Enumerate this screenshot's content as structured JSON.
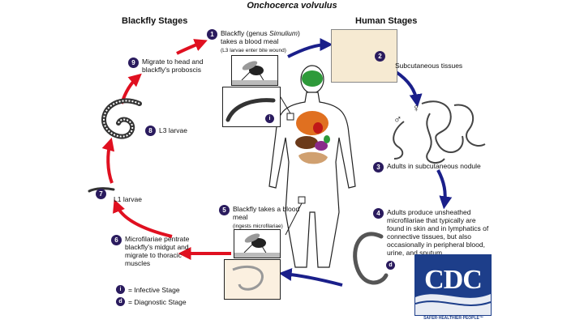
{
  "title": "Onchocerca volvulus",
  "headers": {
    "blackfly": "Blackfly Stages",
    "human": "Human Stages"
  },
  "steps": [
    {
      "num": "1",
      "line1": "Blackfly (genus ",
      "italic": "Simulium",
      "line1b": ")",
      "line2": "takes a blood meal",
      "small": "(L3 larvae enter bite wound)"
    },
    {
      "num": "2",
      "text": "Subcutaneous tissues"
    },
    {
      "num": "3",
      "text": "Adults in subcutaneous nodule"
    },
    {
      "num": "4",
      "text": "Adults produce unsheathed microfilariae that typically are found in skin and in lymphatics of connective tissues,  but also occasionally in peripheral blood, urine, and sputum."
    },
    {
      "num": "5",
      "text": "Blackfly takes a blood meal",
      "small": "(ingests microfilariae)"
    },
    {
      "num": "6",
      "text": "Microfilariae pentrate blackfly's midgut and migrate to thoracic muscles"
    },
    {
      "num": "7",
      "text": "L1 larvae"
    },
    {
      "num": "8",
      "text": "L3 larvae"
    },
    {
      "num": "9",
      "text": "Migrate to head and blackfly's proboscis"
    }
  ],
  "legend": [
    {
      "badge": "i",
      "text": "= Infective Stage"
    },
    {
      "badge": "d",
      "text": "= Diagnostic Stage"
    }
  ],
  "stage_badges": {
    "infective": "i",
    "diagnostic": "d"
  },
  "sex_symbols": {
    "male": "♂",
    "female": "♀"
  },
  "logo": {
    "letters": "CDC",
    "tagline": "SAFER·HEALTHIER·PEOPLE™"
  },
  "colors": {
    "blackfly_arrows": "#e01020",
    "human_arrows": "#1a1f8a",
    "badge": "#2a1b5e",
    "cdc_blue": "#1d3e8a"
  }
}
